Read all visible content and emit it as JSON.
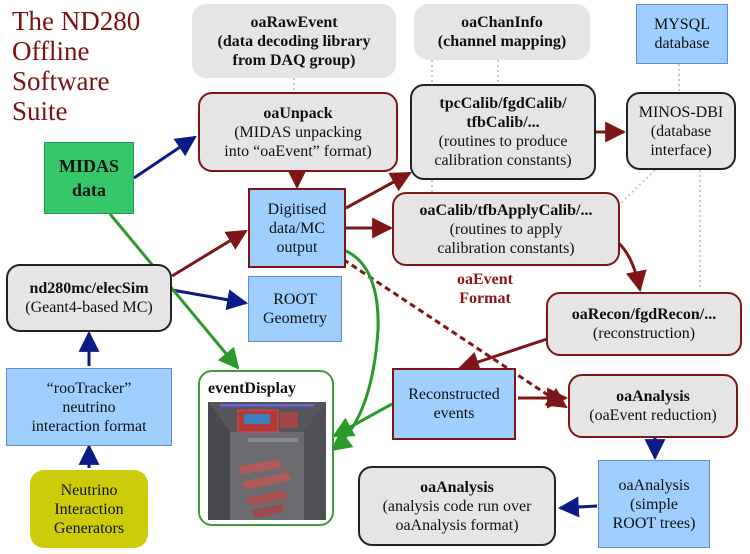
{
  "title": [
    "The ND280",
    "Offline",
    "Software",
    "Suite"
  ],
  "nodes": {
    "oaRawEvent": {
      "name": "oaRawEvent",
      "desc": [
        "(data decoding library",
        "from DAQ group)"
      ]
    },
    "oaChanInfo": {
      "name": "oaChanInfo",
      "desc": [
        "(channel mapping)"
      ]
    },
    "mysql": {
      "lines": [
        "MYSQL",
        "database"
      ]
    },
    "oaUnpack": {
      "name": "oaUnpack",
      "desc": [
        "(MIDAS unpacking",
        "into “oaEvent” format)"
      ]
    },
    "tpcCalib": {
      "name": [
        "tpcCalib/fgdCalib/",
        "tfbCalib/..."
      ],
      "desc": [
        "(routines to produce",
        "calibration constants)"
      ]
    },
    "minosDbi": {
      "lines": [
        "MINOS-DBI",
        "(database",
        "interface)"
      ]
    },
    "midas": {
      "lines": [
        "MIDAS",
        "data"
      ]
    },
    "digitised": {
      "lines": [
        "Digitised",
        "data/MC",
        "output"
      ]
    },
    "oaCalib": {
      "name": "oaCalib/tfbApplyCalib/...",
      "desc": [
        "(routines to apply",
        "calibration constants)"
      ]
    },
    "oaEventFormat": {
      "lines": [
        "oaEvent",
        "Format"
      ]
    },
    "nd280mc": {
      "name": "nd280mc/elecSim",
      "desc": [
        "(Geant4-based MC)"
      ]
    },
    "rootGeometry": {
      "lines": [
        "ROOT",
        "Geometry"
      ]
    },
    "oaRecon": {
      "name": "oaRecon/fgdRecon/...",
      "desc": [
        "(reconstruction)"
      ]
    },
    "rooTracker": {
      "lines": [
        "“rooTracker”",
        "neutrino",
        "interaction format"
      ]
    },
    "eventDisplay": {
      "name": "eventDisplay"
    },
    "reconstructed": {
      "lines": [
        "Reconstructed",
        "events"
      ]
    },
    "oaAnalysis": {
      "name": "oaAnalysis",
      "desc": [
        "(oaEvent reduction)"
      ]
    },
    "generators": {
      "lines": [
        "Neutrino",
        "Interaction",
        "Generators"
      ]
    },
    "oaAnalysisCode": {
      "name": "oaAnalysis",
      "desc": [
        "(analysis code run over",
        "oaAnalysis format)"
      ]
    },
    "oaAnalysisTrees": {
      "lines": [
        "oaAnalysis",
        "(simple",
        "ROOT trees)"
      ]
    }
  },
  "colors": {
    "maroon": "#7d1616",
    "navy": "#0c1a86",
    "green": "#2a9a2a",
    "gray_dotted": "#c8c8c8",
    "box_gray": "#e5e5e5",
    "box_blue": "#9fcfff",
    "box_green": "#37c76b",
    "box_yellow": "#cccc0a"
  }
}
